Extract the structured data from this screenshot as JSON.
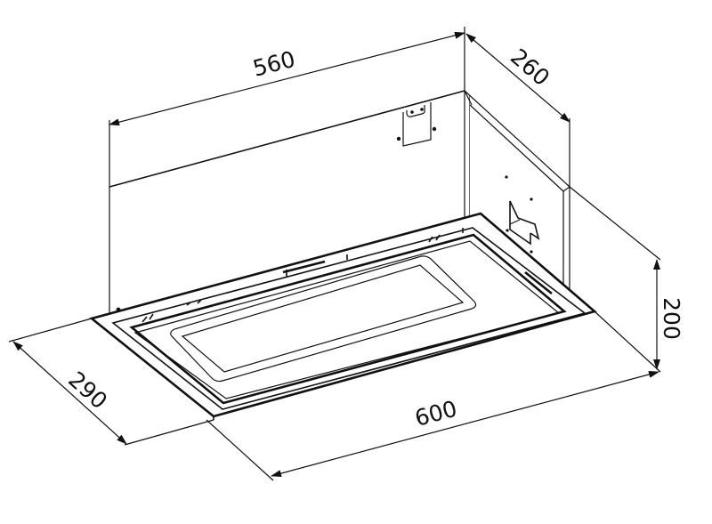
{
  "diagram": {
    "subject": "built-in range hood dimension drawing",
    "units": "mm",
    "colors": {
      "line": "#111111",
      "background": "#ffffff"
    },
    "dimensions": {
      "width_top": {
        "label": "560"
      },
      "depth_top": {
        "label": "260"
      },
      "height": {
        "label": "200"
      },
      "depth_bottom": {
        "label": "290"
      },
      "width_bottom": {
        "label": "600"
      }
    }
  }
}
